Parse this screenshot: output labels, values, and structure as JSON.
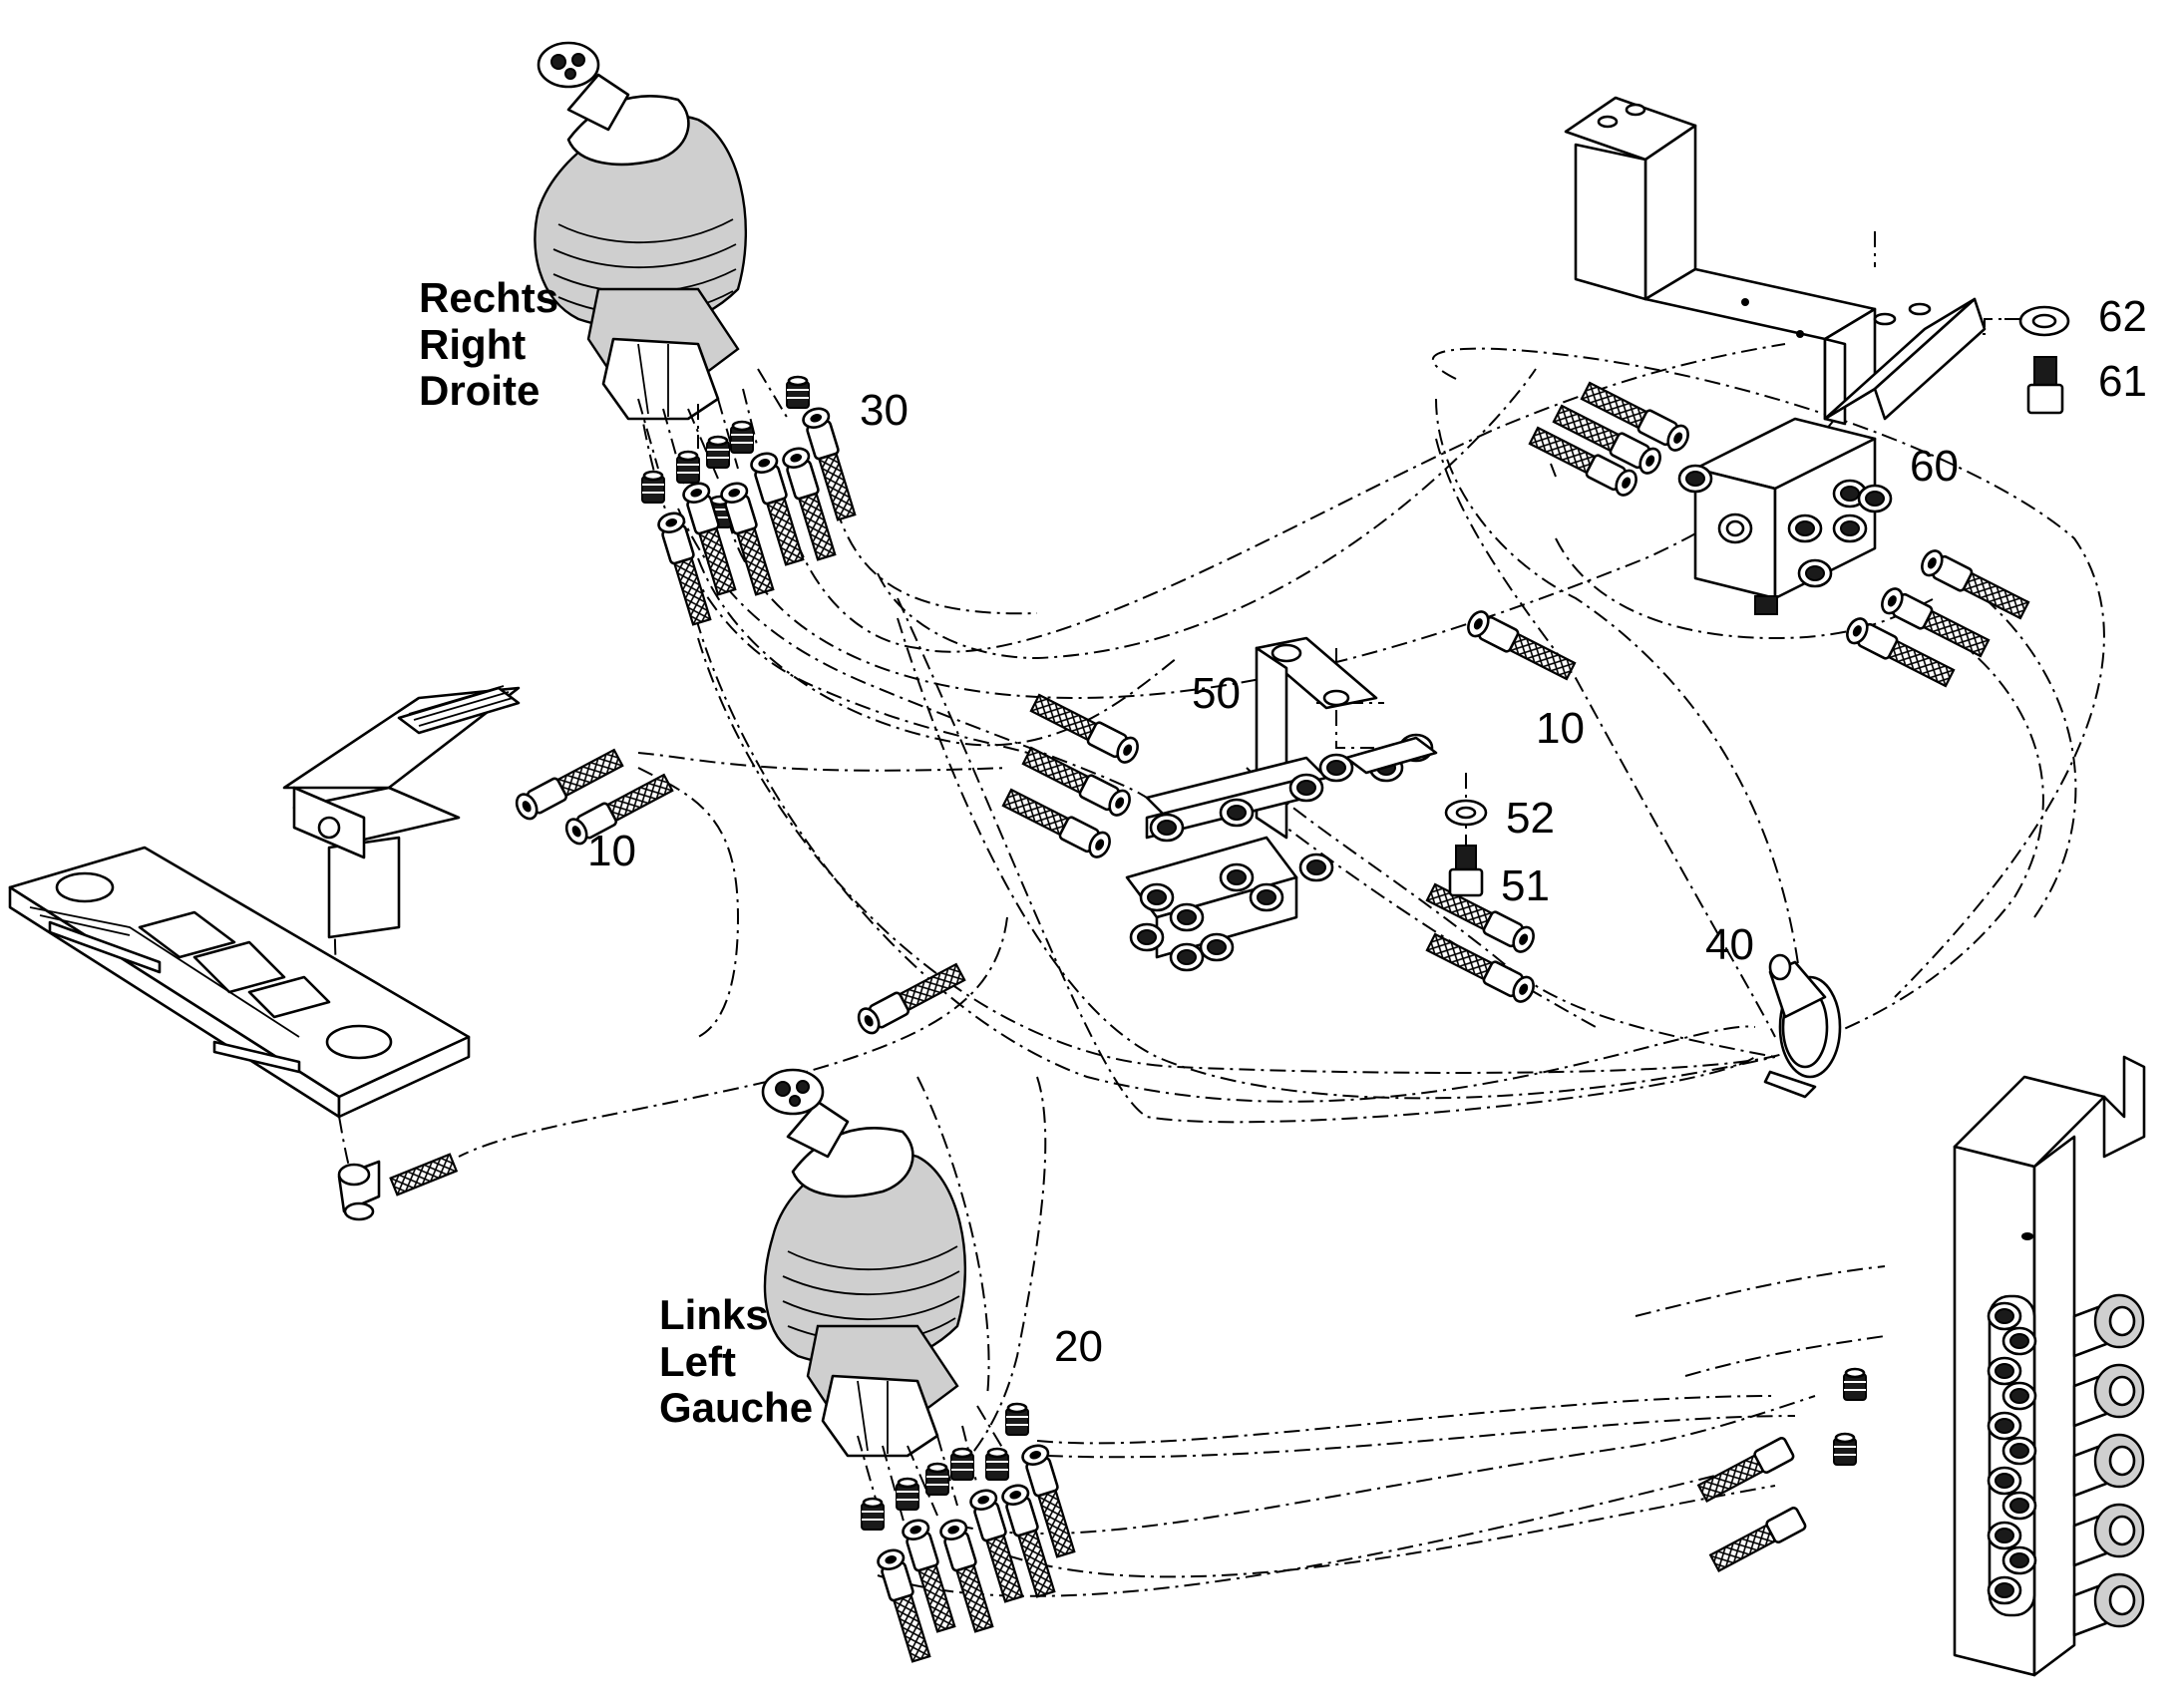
{
  "callouts": {
    "c10a": "10",
    "c10b": "10",
    "c20": "20",
    "c30": "30",
    "c40": "40",
    "c50": "50",
    "c51": "51",
    "c52": "52",
    "c60": "60",
    "c61": "61",
    "c62": "62"
  },
  "right_joystick_label": [
    "Rechts",
    "Right",
    "Droite"
  ],
  "left_joystick_label": [
    "Links",
    "Left",
    "Gauche"
  ]
}
